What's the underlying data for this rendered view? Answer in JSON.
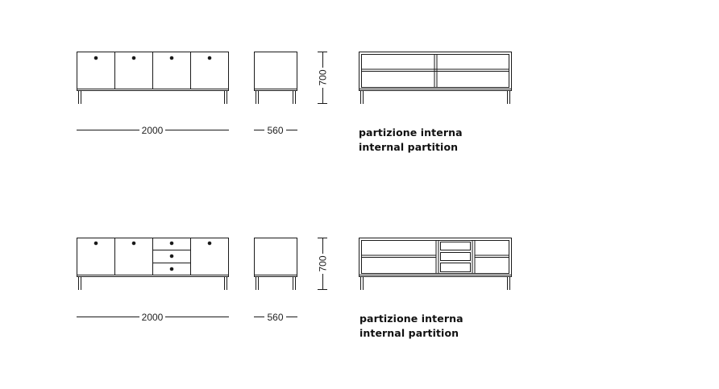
{
  "rows": [
    {
      "variant": "four doors",
      "width_label": "2000",
      "depth_label": "560",
      "height_label": "700",
      "caption_it": "partizione interna",
      "caption_en": "internal partition"
    },
    {
      "variant": "two doors, three drawers, one door",
      "width_label": "2000",
      "depth_label": "560",
      "height_label": "700",
      "caption_it": "partizione interna",
      "caption_en": "internal partition"
    }
  ]
}
